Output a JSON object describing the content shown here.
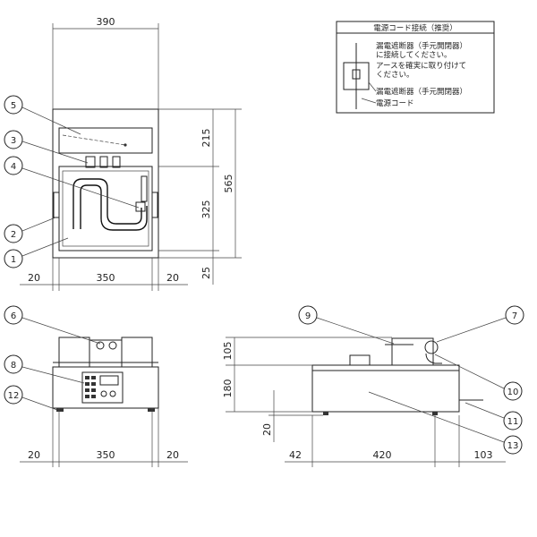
{
  "top_view": {
    "dim_width": "390",
    "dim_total_height": "565",
    "dim_upper": "215",
    "dim_middle": "325",
    "dim_lower": "25",
    "dim_side_left": "20",
    "dim_inner": "350",
    "dim_side_right": "20"
  },
  "front_view": {
    "dim_side_left": "20",
    "dim_inner": "350",
    "dim_side_right": "20"
  },
  "side_view": {
    "dim_top": "105",
    "dim_body": "180",
    "dim_foot": "20",
    "dim_front": "42",
    "dim_depth": "420",
    "dim_rear": "103"
  },
  "callouts": [
    "1",
    "2",
    "3",
    "4",
    "5",
    "6",
    "7",
    "8",
    "9",
    "10",
    "11",
    "12",
    "13"
  ],
  "note_box": {
    "title": "電源コード接続（推奨）",
    "lines": [
      "漏電遮断器（手元開閉器）",
      "に接続してください。",
      "アースを確実に取り付けて",
      "ください。"
    ],
    "label_breaker": "漏電遮断器（手元開閉器）",
    "label_cord": "電源コード"
  }
}
